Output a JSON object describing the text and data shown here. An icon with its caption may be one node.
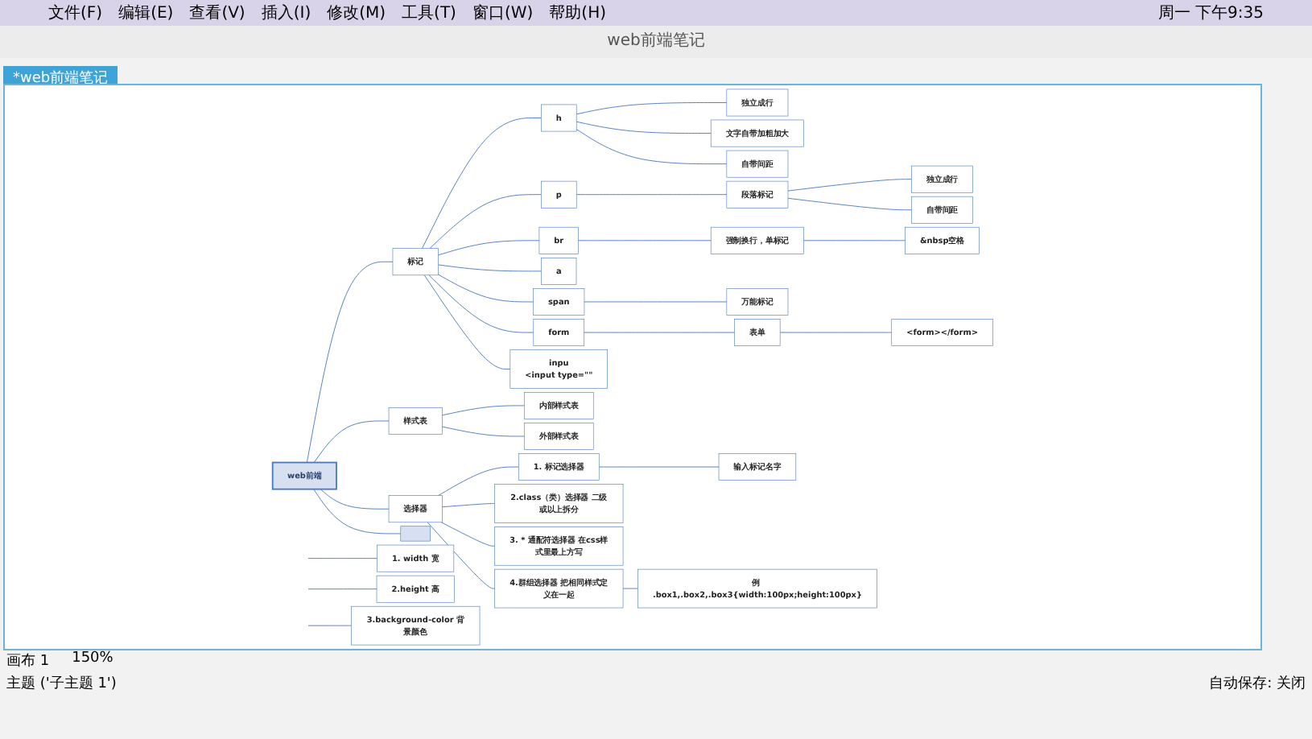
{
  "diagram": {
    "title": "*web前端笔记",
    "nodes": [
      {
        "text": [
          "web前端"
        ]
      },
      {
        "text": [
          "标记"
        ]
      },
      {
        "text": [
          "h"
        ]
      },
      {
        "text": [
          "独立成行"
        ]
      },
      {
        "text": [
          "文字自带加粗加大"
        ]
      },
      {
        "text": [
          "自带间距"
        ]
      },
      {
        "text": [
          "p"
        ]
      },
      {
        "text": [
          "段落标记"
        ]
      },
      {
        "text": [
          "独立成行"
        ]
      },
      {
        "text": [
          "自带间距"
        ]
      },
      {
        "text": [
          "br"
        ]
      },
      {
        "text": [
          "强制换行，单标记"
        ]
      },
      {
        "text": [
          "&nbsp空格"
        ]
      },
      {
        "text": [
          "a"
        ]
      },
      {
        "text": [
          "span"
        ]
      },
      {
        "text": [
          "万能标记"
        ]
      },
      {
        "text": [
          "form"
        ]
      },
      {
        "text": [
          "表单"
        ]
      },
      {
        "text": [
          "<form></form>"
        ]
      },
      {
        "text": [
          "inpu",
          "<input type=\"\""
        ]
      },
      {
        "text": [
          "样式表"
        ]
      },
      {
        "text": [
          "内部样式表"
        ]
      },
      {
        "text": [
          "外部样式表"
        ]
      },
      {
        "text": [
          "选择器"
        ]
      },
      {
        "text": [
          "1. 标记选择器"
        ]
      },
      {
        "text": [
          "输入标记名字"
        ]
      },
      {
        "text": [
          "2.class（类）选择器 二级或以上拆分"
        ]
      },
      {
        "text": [
          "3. * 通配符选择器 在css样式里最上方写"
        ]
      },
      {
        "text": [
          "4.群组选择器 把相同样式定义在一起"
        ]
      },
      {
        "text": [
          "例 .box1,.box2,.box3{width:100px;height:100px}"
        ]
      },
      {
        "text": [
          "1. width 宽"
        ]
      },
      {
        "text": [
          "2.height 高"
        ]
      },
      {
        "text": [
          "3.background-color 背景颜色"
        ]
      },
      {
        "text": [],
        "shape": "box"
      }
    ],
    "edges": [
      {
        "from": 0,
        "to": 1,
        "arrow": "none"
      },
      {
        "from": 1,
        "to": 2,
        "arrow": "none"
      },
      {
        "from": 2,
        "to": 3,
        "arrow": "none"
      },
      {
        "from": 2,
        "to": 4,
        "arrow": "none"
      },
      {
        "from": 2,
        "to": 5,
        "arrow": "none"
      },
      {
        "from": 1,
        "to": 6,
        "arrow": "none"
      },
      {
        "from": 6,
        "to": 7,
        "arrow": "none"
      },
      {
        "from": 7,
        "to": 8,
        "arrow": "none"
      },
      {
        "from": 7,
        "to": 9,
        "arrow": "none"
      },
      {
        "from": 1,
        "to": 10,
        "arrow": "none"
      },
      {
        "from": 10,
        "to": 11,
        "arrow": "none"
      },
      {
        "from": 11,
        "to": 12,
        "arrow": "none"
      },
      {
        "from": 1,
        "to": 13,
        "arrow": "none"
      },
      {
        "from": 1,
        "to": 14,
        "arrow": "none"
      },
      {
        "from": 14,
        "to": 15,
        "arrow": "none"
      },
      {
        "from": 1,
        "to": 16,
        "arrow": "none"
      },
      {
        "from": 16,
        "to": 17,
        "arrow": "none"
      },
      {
        "from": 17,
        "to": 18,
        "arrow": "none"
      },
      {
        "from": 1,
        "to": 19,
        "arrow": "none"
      },
      {
        "from": 0,
        "to": 20,
        "arrow": "none"
      },
      {
        "from": 20,
        "to": 21,
        "arrow": "none"
      },
      {
        "from": 20,
        "to": 22,
        "arrow": "none"
      },
      {
        "from": 0,
        "to": 23,
        "arrow": "none"
      },
      {
        "from": 23,
        "to": 24,
        "arrow": "none"
      },
      {
        "from": 24,
        "to": 25,
        "arrow": "none"
      },
      {
        "from": 23,
        "to": 26,
        "arrow": "none"
      },
      {
        "from": 23,
        "to": 27,
        "arrow": "none"
      },
      {
        "from": 23,
        "to": 28,
        "arrow": "none"
      },
      {
        "from": 28,
        "to": 29,
        "arrow": "none"
      },
      {
        "from": null,
        "to": 30,
        "arrow": "none"
      },
      {
        "from": null,
        "to": 31,
        "arrow": "none"
      },
      {
        "from": null,
        "to": 32,
        "arrow": "none"
      },
      {
        "from": 0,
        "to": 33,
        "arrow": "none"
      }
    ],
    "labels": [
      "文件(F)",
      "编辑(E)",
      "查看(V)",
      "插入(I)",
      "修改(M)",
      "工具(T)",
      "窗口(W)",
      "帮助(H)",
      "周一 下午9:35",
      "web前端笔记",
      "画布 1",
      "150%",
      "主题 ('子主题 1')",
      "自动保存: 关闭"
    ]
  }
}
